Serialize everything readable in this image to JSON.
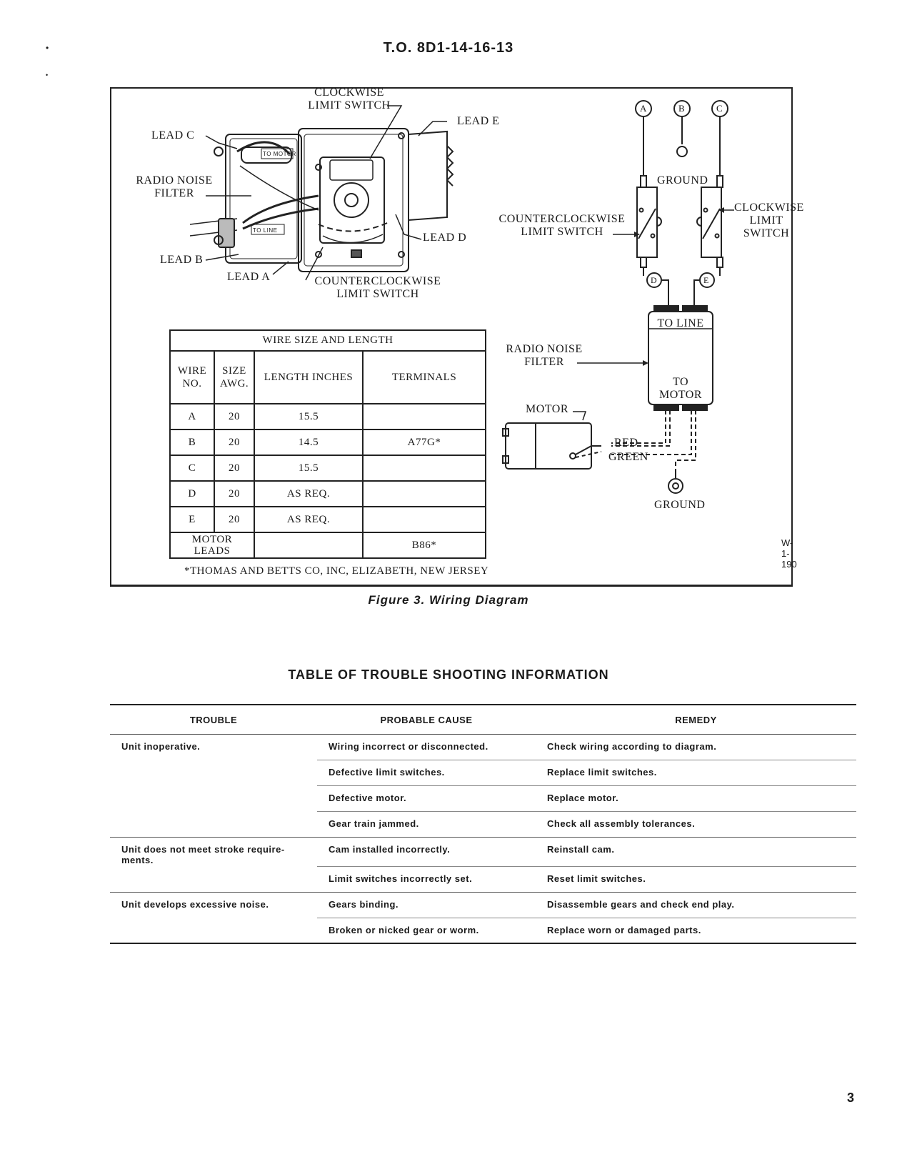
{
  "header": {
    "to_number": "T.O. 8D1-14-16-13"
  },
  "figure": {
    "labels": {
      "clockwise_limit_switch_top": "CLOCKWISE",
      "clockwise_limit_switch_bottom": "LIMIT SWITCH",
      "lead_e": "LEAD E",
      "lead_c": "LEAD C",
      "radio_noise_1": "RADIO NOISE",
      "radio_noise_2": "FILTER",
      "lead_d": "LEAD D",
      "lead_b": "LEAD B",
      "lead_a": "LEAD A",
      "ccw_1": "COUNTERCLOCKWISE",
      "ccw_2": "LIMIT SWITCH",
      "to_motor_tag": "TO MOTOR",
      "to_line_tag": "TO LINE"
    },
    "schematic": {
      "terminal_a": "A",
      "terminal_b": "B",
      "terminal_c": "C",
      "terminal_d": "D",
      "terminal_e": "E",
      "ground_top": "GROUND",
      "ccw_1": "COUNTERCLOCKWISE",
      "ccw_2": "LIMIT SWITCH",
      "cw_1": "CLOCKWISE",
      "cw_2": "LIMIT",
      "cw_3": "SWITCH",
      "filter_1": "RADIO NOISE",
      "filter_2": "FILTER",
      "to_line": "TO LINE",
      "to_motor_1": "TO",
      "to_motor_2": "MOTOR",
      "motor": "MOTOR",
      "red": "RED",
      "green": "GREEN",
      "ground_bottom": "GROUND"
    },
    "wire_table": {
      "caption": "WIRE SIZE AND LENGTH",
      "col1_l1": "WIRE",
      "col1_l2": "NO.",
      "col2_l1": "SIZE",
      "col2_l2": "AWG.",
      "col3": "LENGTH INCHES",
      "col4": "TERMINALS",
      "rows": [
        {
          "wire": "A",
          "size": "20",
          "length": "15.5",
          "terminal": ""
        },
        {
          "wire": "B",
          "size": "20",
          "length": "14.5",
          "terminal": "A77G*"
        },
        {
          "wire": "C",
          "size": "20",
          "length": "15.5",
          "terminal": ""
        },
        {
          "wire": "D",
          "size": "20",
          "length": "AS REQ.",
          "terminal": ""
        },
        {
          "wire": "E",
          "size": "20",
          "length": "AS REQ.",
          "terminal": ""
        }
      ],
      "motor_l1": "MOTOR",
      "motor_l2": "LEADS",
      "motor_terminal": "B86*"
    },
    "footnote": "*THOMAS AND BETTS CO, INC, ELIZABETH, NEW JERSEY",
    "drawing_id": "W-1-190",
    "caption": "Figure 3.  Wiring Diagram"
  },
  "troubleshooting": {
    "title": "TABLE OF TROUBLE SHOOTING INFORMATION",
    "headers": {
      "trouble": "TROUBLE",
      "cause": "PROBABLE CAUSE",
      "remedy": "REMEDY"
    },
    "rows": [
      {
        "trouble": "Unit inoperative.",
        "cause": "Wiring incorrect or disconnected.",
        "remedy": "Check wiring according to diagram."
      },
      {
        "trouble": "",
        "cause": "Defective limit switches.",
        "remedy": "Replace limit switches."
      },
      {
        "trouble": "",
        "cause": "Defective motor.",
        "remedy": "Replace motor."
      },
      {
        "trouble": "",
        "cause": "Gear train jammed.",
        "remedy": "Check all assembly tolerances."
      },
      {
        "trouble_l1": "Unit does not meet stroke require-",
        "trouble_l2": "ments.",
        "cause": "Cam installed incorrectly.",
        "remedy": "Reinstall cam."
      },
      {
        "trouble": "",
        "cause": "Limit switches incorrectly set.",
        "remedy": "Reset limit switches."
      },
      {
        "trouble": "Unit develops excessive noise.",
        "cause": "Gears binding.",
        "remedy": "Disassemble gears and check end play."
      },
      {
        "trouble": "",
        "cause": "Broken or nicked gear or worm.",
        "remedy": "Replace worn or damaged parts."
      }
    ]
  },
  "page_number": "3"
}
